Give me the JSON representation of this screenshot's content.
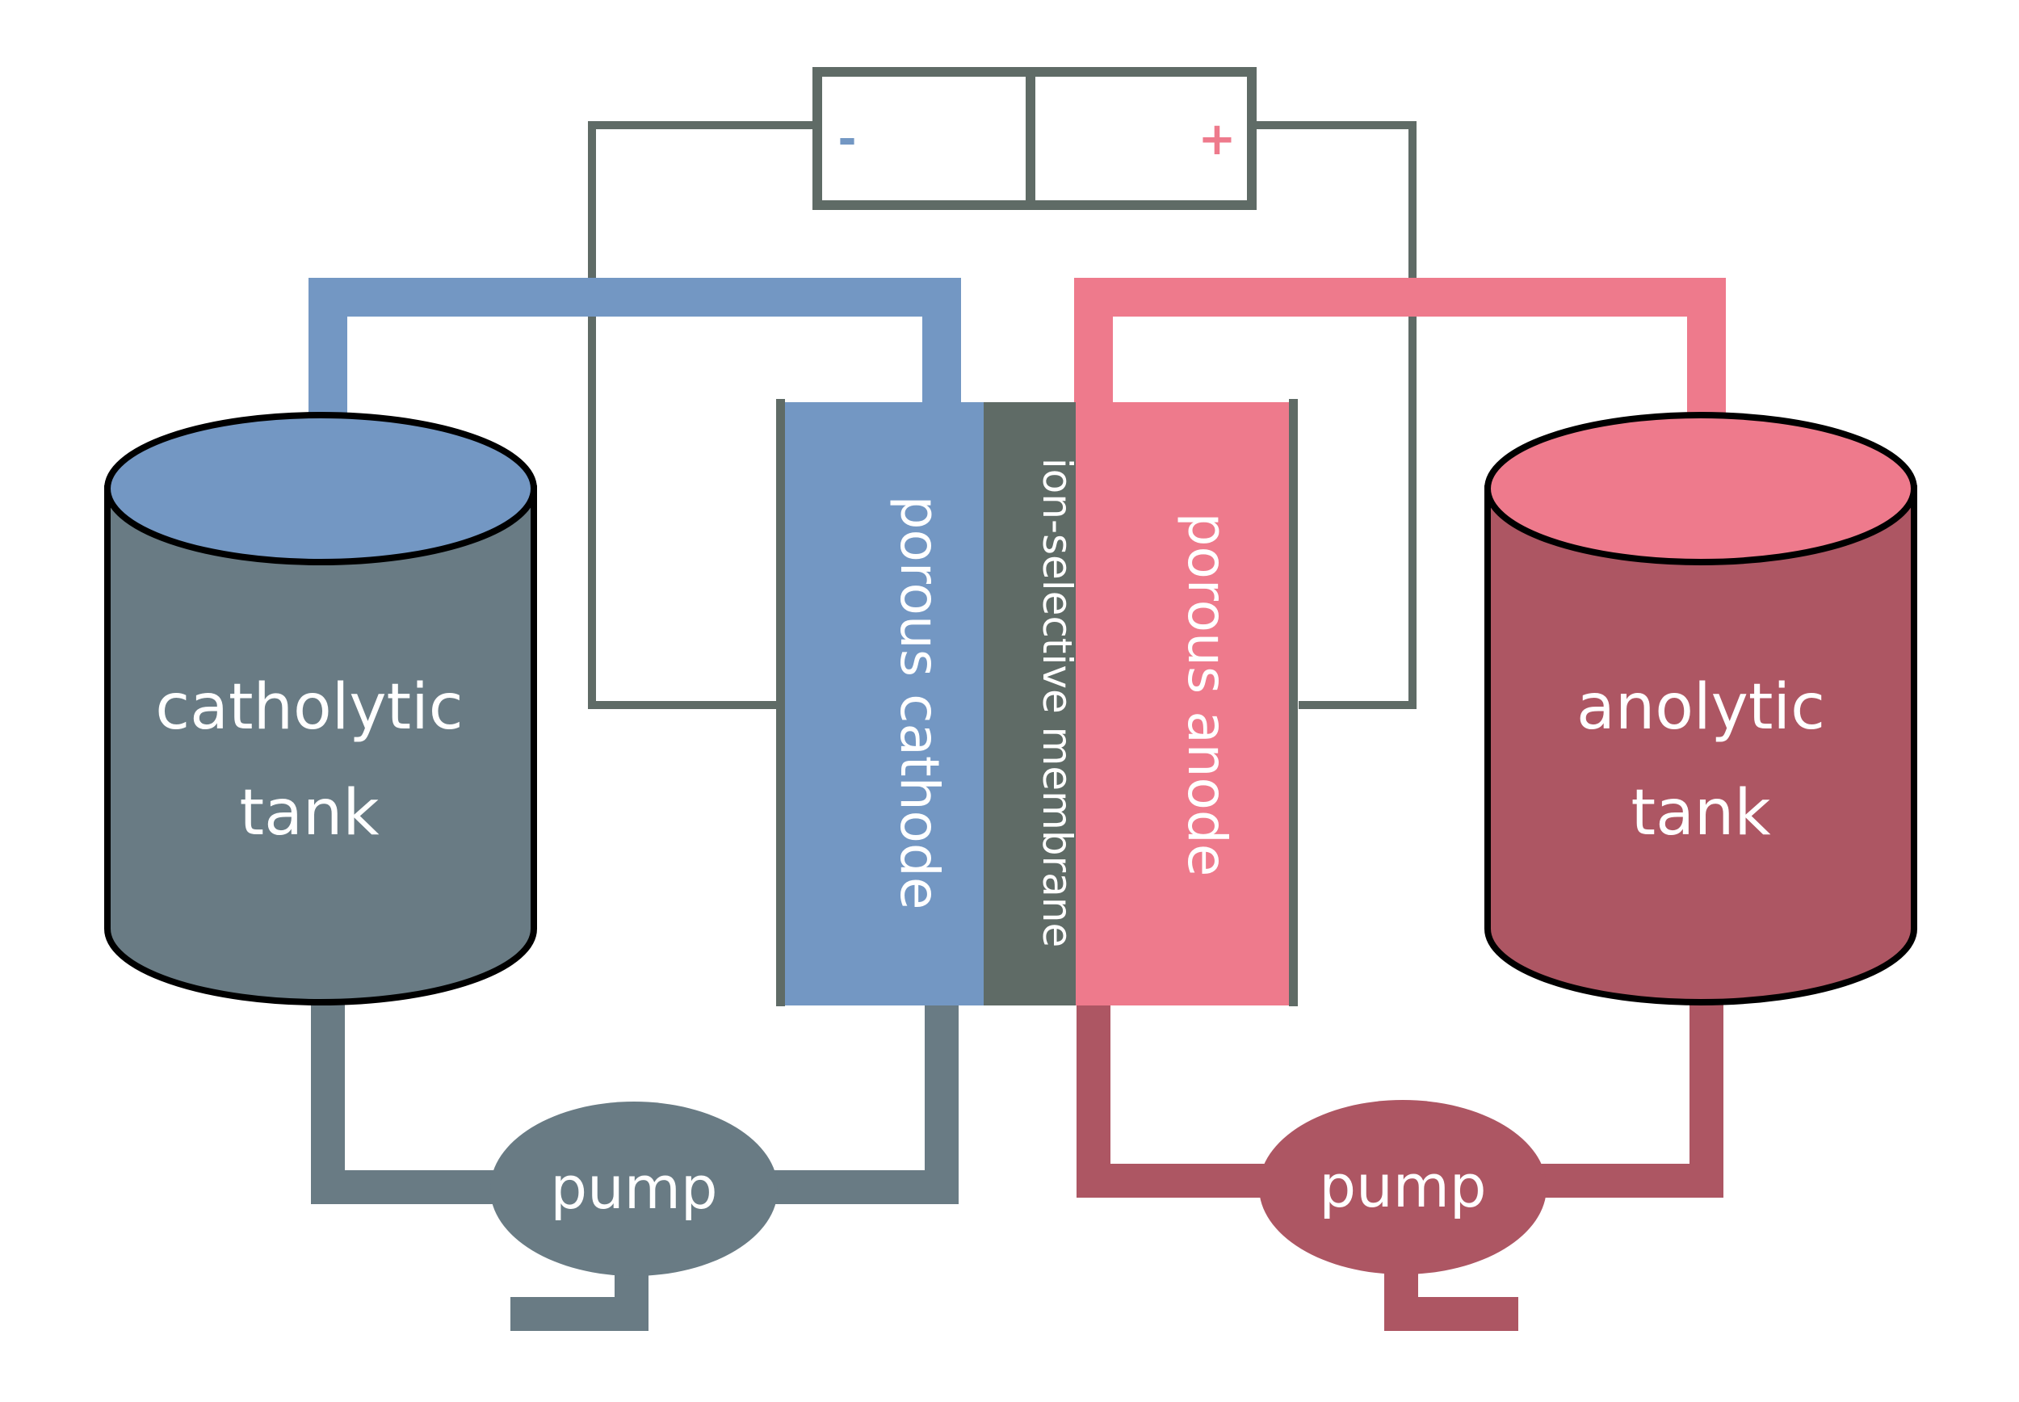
{
  "colors": {
    "blue": "#7397c3",
    "blue_gray": "#697b84",
    "pink": "#ee7a8c",
    "dark_red": "#ad5663",
    "wire": "#5f6b66",
    "membrane": "#5f6b66",
    "outline": "#000000"
  },
  "battery": {
    "negative_sign": "-",
    "positive_sign": "+"
  },
  "catholytic_tank": {
    "line1": "catholytic",
    "line2": "tank"
  },
  "anolytic_tank": {
    "line1": "anolytic",
    "line2": "tank"
  },
  "cathode": {
    "label": "porous cathode"
  },
  "membrane": {
    "label": "ion-selective membrane"
  },
  "anode": {
    "label": "porous anode"
  },
  "left_pump": {
    "label": "pump"
  },
  "right_pump": {
    "label": "pump"
  }
}
